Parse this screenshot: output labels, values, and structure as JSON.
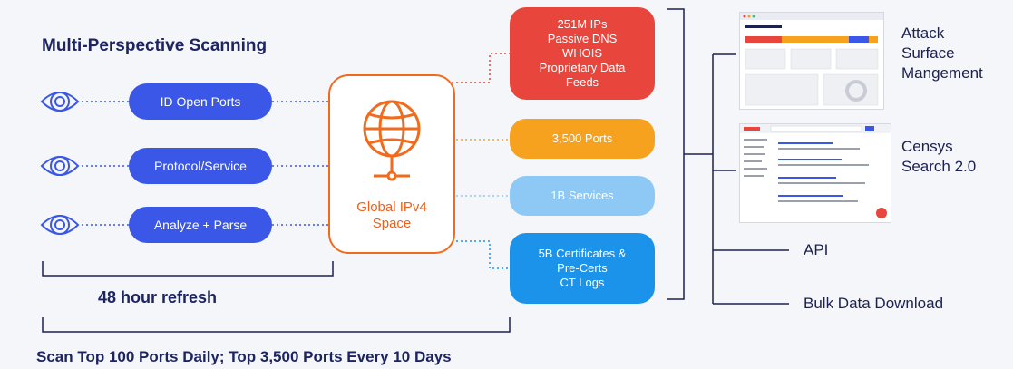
{
  "title": "Multi-Perspective Scanning",
  "scans": [
    "ID Open Ports",
    "Protocol/Service",
    "Analyze + Parse"
  ],
  "hub": {
    "line1": "Global IPv4",
    "line2": "Space"
  },
  "sources": {
    "b1": [
      "251M IPs",
      "Passive DNS",
      "WHOIS",
      "Proprietary Data",
      "Feeds"
    ],
    "b2": "3,500 Ports",
    "b3": "1B Services",
    "b4": [
      "5B Certificates &",
      "Pre-Certs",
      "CT Logs"
    ]
  },
  "outputs": {
    "asm": [
      "Attack",
      "Surface",
      "Mangement"
    ],
    "search": [
      "Censys",
      "Search 2.0"
    ],
    "api": "API",
    "bulk": "Bulk Data Download"
  },
  "bottom": {
    "refresh": "48 hour refresh",
    "daily": "Scan Top 100 Ports Daily; Top 3,500 Ports Every 10 Days"
  },
  "colors": {
    "scan_blue": "#3a57e8",
    "hub_orange": "#f26b1d",
    "red": "#e8453c",
    "orange": "#f6a21e",
    "light_blue": "#8ec8f4",
    "blue": "#1c93ea"
  }
}
